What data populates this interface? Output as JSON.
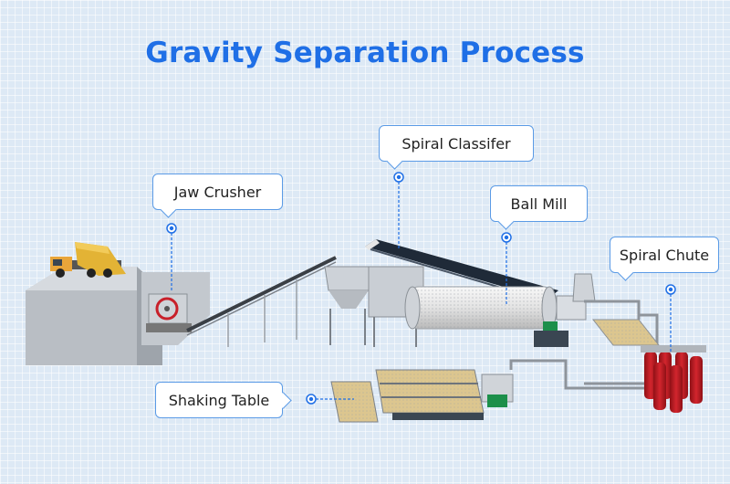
{
  "title": "Gravity Separation Process",
  "labels": {
    "jaw_crusher": "Jaw Crusher",
    "spiral_classifier": "Spiral Classifer",
    "ball_mill": "Ball Mill",
    "spiral_chute": "Spiral Chute",
    "shaking_table": "Shaking Table"
  },
  "colors": {
    "title": "#1f6fe6",
    "callout_border": "#5b9be6",
    "marker": "#1f6fe6",
    "background": "#dde9f5",
    "truck_bed": "#e3b335",
    "chute_red": "#c8202a"
  }
}
